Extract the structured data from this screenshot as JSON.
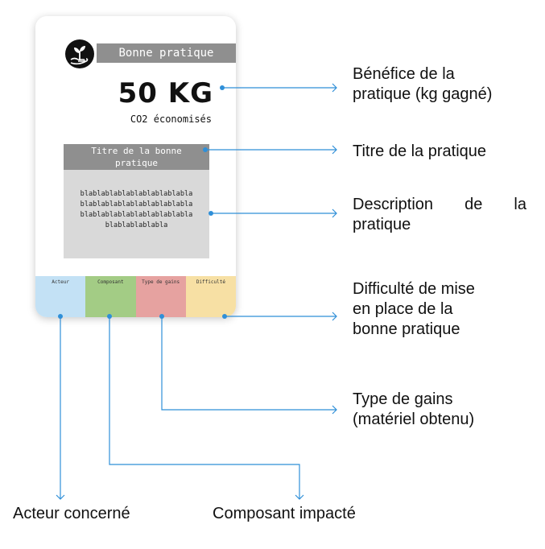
{
  "card": {
    "logo_icon": "plant-in-hand-icon",
    "header": "Bonne pratique",
    "amount": "50 KG",
    "amount_sub": "CO2 économisés",
    "title_lines": [
      "Titre de la bonne",
      "pratique"
    ],
    "description_lines": [
      "blablablablablablablablabla",
      "blablablablablablablablabla",
      "blablablablablablablablabla",
      "blablablablabla"
    ],
    "bands": [
      {
        "label": "Acteur",
        "color": "#c3e1f5"
      },
      {
        "label": "Composant",
        "color": "#a3cc85"
      },
      {
        "label": "Type de gains",
        "color": "#e6a2a0"
      },
      {
        "label": "Difficulté",
        "color": "#f7e0a4"
      }
    ]
  },
  "annotations": {
    "benefice": [
      "Bénéfice de la",
      "pratique (kg gagné)"
    ],
    "titre": "Titre de la pratique",
    "description": [
      "Description de la",
      "pratique"
    ],
    "difficulte": [
      "Difficulté de mise",
      "en place de la",
      "bonne pratique"
    ],
    "type_gains": [
      "Type de gains",
      "(matériel obtenu)"
    ],
    "acteur": "Acteur concerné",
    "composant": "Composant impacté"
  },
  "colors": {
    "connector": "#2f8fd8",
    "header_gray": "#8f8f8f",
    "description_gray": "#d9d9d9"
  }
}
